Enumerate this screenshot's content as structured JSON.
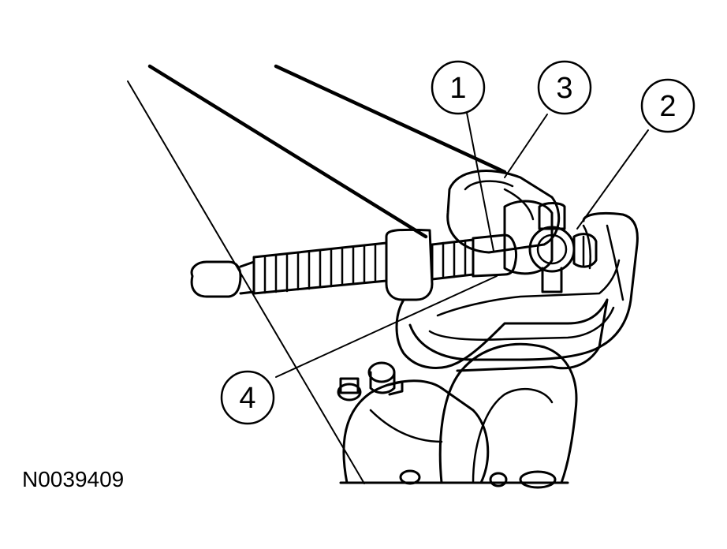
{
  "callouts": [
    {
      "label": "1"
    },
    {
      "label": "3"
    },
    {
      "label": "2"
    },
    {
      "label": "4"
    }
  ],
  "figure_code": "N0039409",
  "colors": {
    "ink": "#000000",
    "paper": "#ffffff"
  }
}
